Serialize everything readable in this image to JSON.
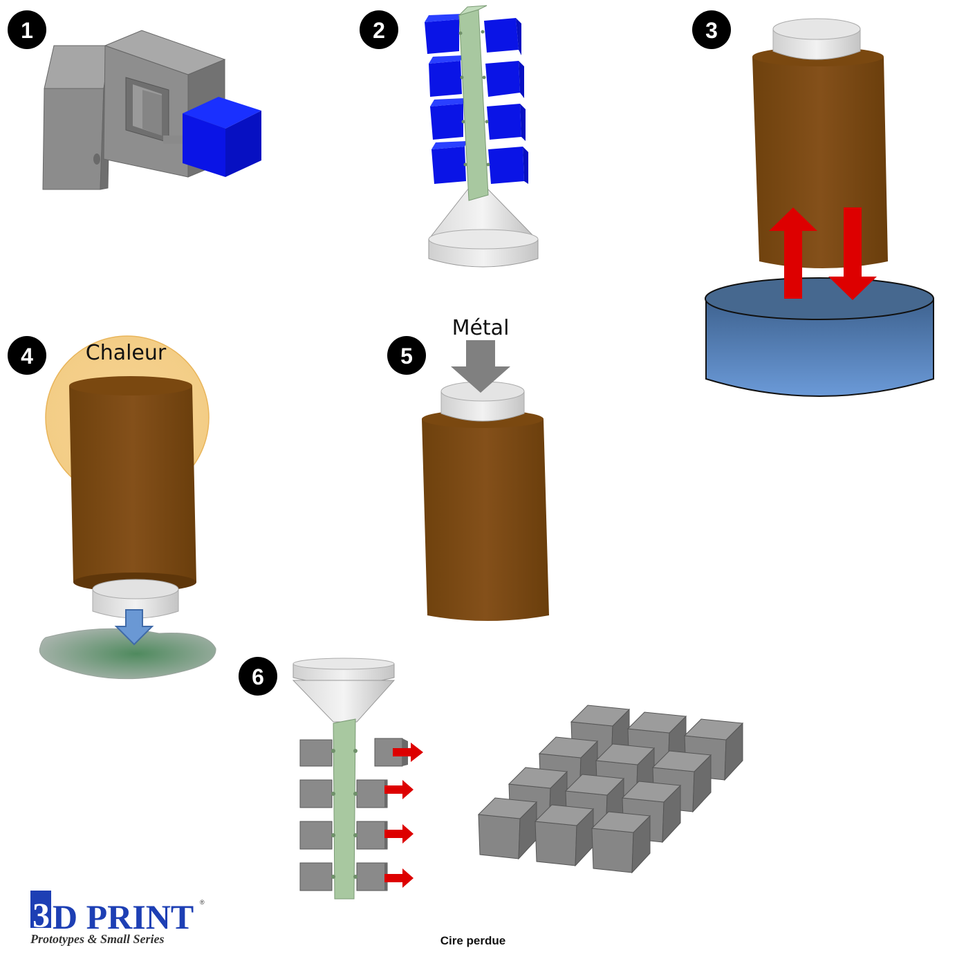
{
  "steps": [
    "1",
    "2",
    "3",
    "4",
    "5",
    "6"
  ],
  "labels": {
    "heat": "Chaleur",
    "metal": "Métal",
    "caption": "Cire perdue"
  },
  "logo": {
    "digit": "3",
    "text": "D PRINT",
    "registered": "®",
    "tagline": "Prototypes & Small Series"
  },
  "colors": {
    "wax_part": "#0a14e6",
    "mold_gray": "#8a8a8a",
    "ceramic_shell": "#7a4a12",
    "slurry_bath": "#5b84c4",
    "sprue_green": "#a8c8a0",
    "arrow_red": "#dd0000",
    "heat_glow": "#f5d08e",
    "logo_blue": "#1d3fb4"
  }
}
